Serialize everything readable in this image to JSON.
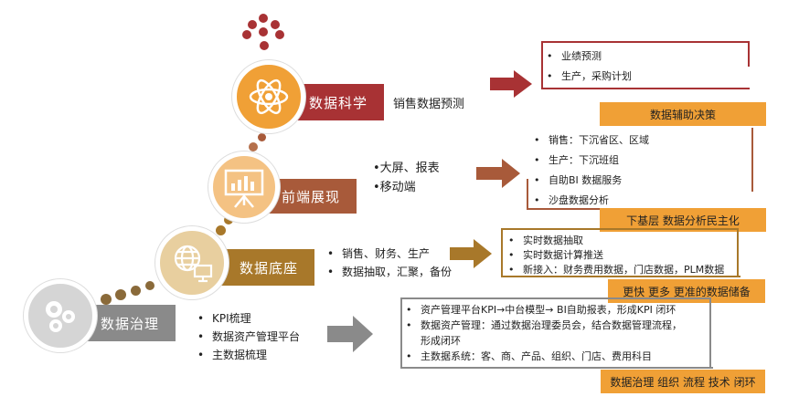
{
  "colors": {
    "science": "#a83234",
    "frontend": "#a85a3a",
    "foundation": "#a8782a",
    "governance": "#8a8a8a",
    "tag": "#f0a036"
  },
  "layers": {
    "science": {
      "icon": "atom-icon",
      "label": "数据科学",
      "side_text": "销售数据预测",
      "right_items": [
        "业绩预测",
        "生产，采购计划"
      ],
      "tag": "数据辅助决策"
    },
    "frontend": {
      "icon": "presentation-chart-icon",
      "label": "前端展现",
      "side_items": [
        "大屏、报表",
        "移动端"
      ],
      "right_items": [
        "销售：下沉省区、区域",
        "生产：下沉班组",
        "自助BI 数据服务",
        "沙盘数据分析"
      ],
      "tag": "下基层 数据分析民主化"
    },
    "foundation": {
      "icon": "globe-monitor-icon",
      "label": "数据底座",
      "side_items": [
        "销售、财务、生产",
        "数据抽取，汇聚，备份"
      ],
      "right_items": [
        "实时数据抽取",
        "实时数据计算推送",
        "新接入：财务费用数据，门店数据，PLM数据"
      ],
      "tag": "更快 更多 更准的数据储备"
    },
    "governance": {
      "icon": "gears-icon",
      "label": "数据治理",
      "side_items": [
        "KPI梳理",
        "数据资产管理平台",
        "主数据梳理"
      ],
      "right_items": [
        "资产管理平台KPI→中台模型→ BI自助报表，形成KPI 闭环",
        "数据资产管理：通过数据治理委员会，结合数据管理流程，",
        "形成闭环",
        "主数据系统：客、商、产品、组织、门店、费用科目"
      ],
      "tag": "数据治理 组织 流程 技术 闭环"
    }
  }
}
